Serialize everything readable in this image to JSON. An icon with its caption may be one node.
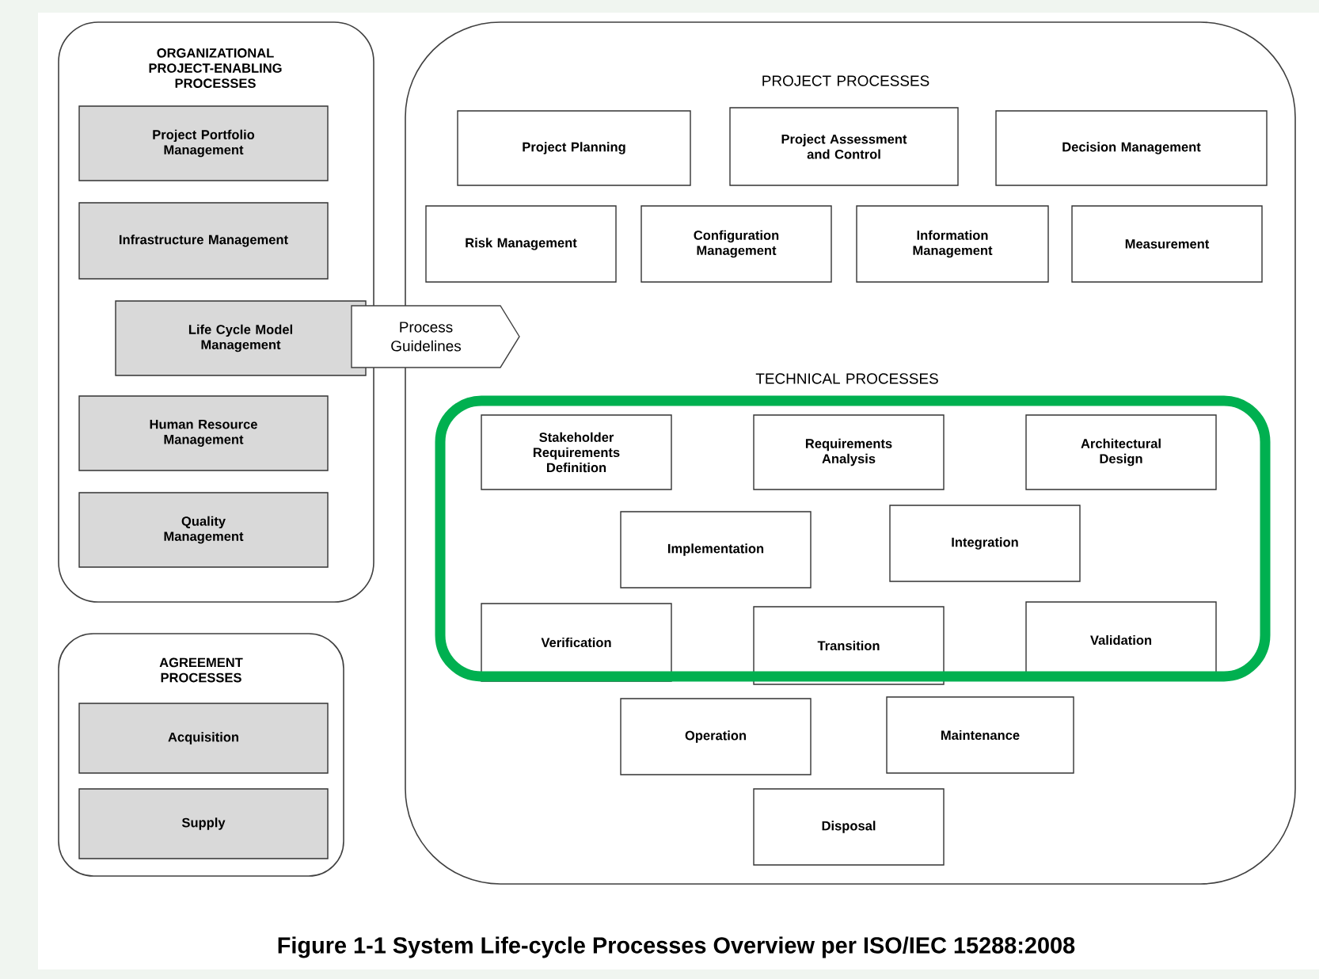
{
  "diagram": {
    "caption": "Figure 1-1 System Life-cycle Processes Overview per ISO/IEC 15288:2008",
    "nodes": [
      {
        "text": [
          "ORGANIZATIONAL PROJECT-ENABLING PROCESSES"
        ]
      },
      {
        "text": [
          "Project Portfolio Management"
        ],
        "in": 0
      },
      {
        "text": [
          "Infrastructure Management"
        ],
        "in": 0
      },
      {
        "text": [
          "Life Cycle Model Management"
        ],
        "in": 0
      },
      {
        "text": [
          "Human Resource Management"
        ],
        "in": 0
      },
      {
        "text": [
          "Quality Management"
        ],
        "in": 0
      },
      {
        "text": [
          "Process Guidelines"
        ]
      },
      {
        "text": [
          "AGREEMENT PROCESSES"
        ]
      },
      {
        "text": [
          "Acquisition"
        ],
        "in": 7
      },
      {
        "text": [
          "Supply"
        ],
        "in": 7
      },
      {
        "text": [
          "PROJECT PROCESSES",
          "TECHNICAL PROCESSES"
        ]
      },
      {
        "text": [
          "Project Planning"
        ],
        "in": 10
      },
      {
        "text": [
          "Project Assessment and Control"
        ],
        "in": 10
      },
      {
        "text": [
          "Decision Management"
        ],
        "in": 10
      },
      {
        "text": [
          "Risk Management"
        ],
        "in": 10
      },
      {
        "text": [
          "Configuration Management"
        ],
        "in": 10
      },
      {
        "text": [
          "Information Management"
        ],
        "in": 10
      },
      {
        "text": [
          "Measurement"
        ],
        "in": 10
      },
      {
        "text": [
          "Stakeholder Requirements Definition"
        ],
        "in": 10
      },
      {
        "text": [
          "Requirements Analysis"
        ],
        "in": 10
      },
      {
        "text": [
          "Architectural Design"
        ],
        "in": 10
      },
      {
        "text": [
          "Implementation"
        ],
        "in": 10
      },
      {
        "text": [
          "Integration"
        ],
        "in": 10
      },
      {
        "text": [
          "Verification"
        ],
        "in": 10
      },
      {
        "text": [
          "Transition"
        ],
        "in": 10
      },
      {
        "text": [
          "Validation"
        ],
        "in": 10
      },
      {
        "text": [
          "Operation"
        ],
        "in": 10
      },
      {
        "text": [
          "Maintenance"
        ],
        "in": 10
      },
      {
        "text": [
          "Disposal"
        ],
        "in": 10
      }
    ]
  }
}
